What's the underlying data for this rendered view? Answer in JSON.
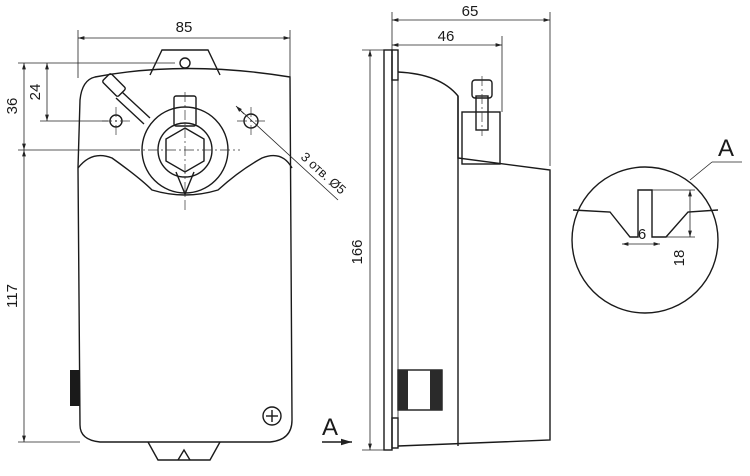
{
  "dimensions": {
    "front_width": "85",
    "front_top_offset_24": "24",
    "front_top_offset_36": "36",
    "front_height_117": "117",
    "side_depth_65": "65",
    "side_depth_46": "46",
    "side_height_166": "166",
    "detail_slot_width": "6",
    "detail_slot_depth": "18"
  },
  "notes": {
    "holes": "3 отв. Ø5"
  },
  "view_labels": {
    "section_marker": "A",
    "detail_label": "A"
  },
  "icons": {
    "screw": "phillips-screw-icon"
  }
}
